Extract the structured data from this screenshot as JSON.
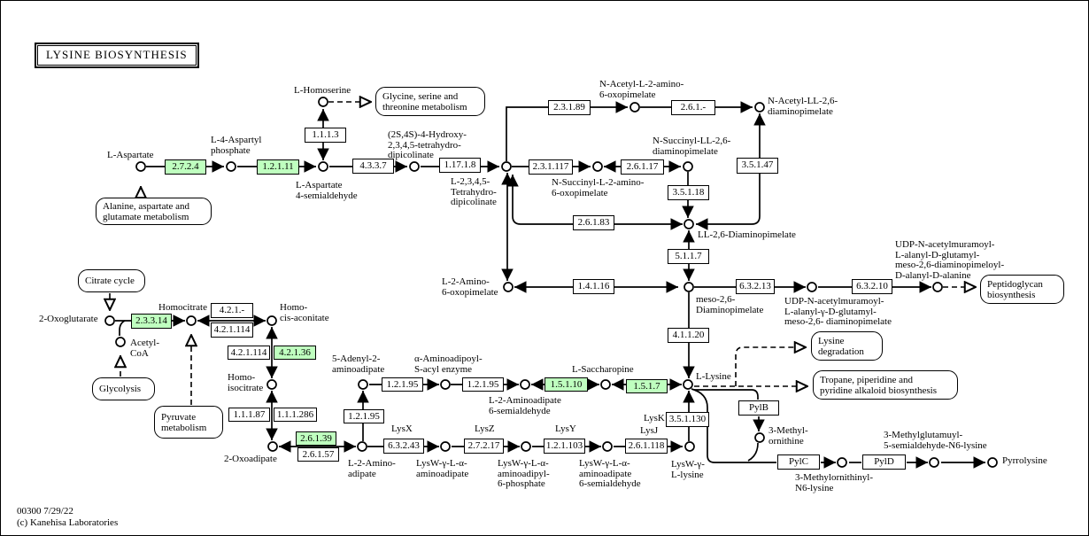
{
  "meta": {
    "map_title": "LYSINE  BIOSYNTHESIS",
    "map_number_date": "00300 7/29/22",
    "copyright": "(c) Kanehisa Laboratories"
  },
  "colors": {
    "highlight_green": "#bfffbf",
    "box_white": "#ffffff",
    "line_black": "#000000"
  },
  "enzymes": {
    "e2724": "2.7.2.4",
    "e12111": "1.2.1.11",
    "e1113": "1.1.1.3",
    "e4337": "4.3.3.7",
    "e11718": "1.17.1.8",
    "e23189": "2.3.1.89",
    "e261x": "2.6.1.-",
    "e231117": "2.3.1.117",
    "e26117": "2.6.1.17",
    "e35147": "3.5.1.47",
    "e35118": "3.5.1.18",
    "e26183": "2.6.1.83",
    "e5117": "5.1.1.7",
    "e14116": "1.4.1.16",
    "e63213": "6.3.2.13",
    "e63210": "6.3.2.10",
    "e41120": "4.1.1.20",
    "e23314": "2.3.3.14",
    "e421x": "4.2.1.-",
    "e421114": "4.2.1.114",
    "e42136": "4.2.1.36",
    "e11187": "1.1.1.87",
    "e111286": "1.1.1.286",
    "e26139": "2.6.1.39",
    "e26157": "2.6.1.57",
    "e12195": "1.2.1.95",
    "e15110": "1.5.1.10",
    "e1517": "1.5.1.7",
    "e63243": "6.3.2.43",
    "e27217": "2.7.2.17",
    "e121103": "1.2.1.103",
    "e261118": "2.6.1.118",
    "e351130": "3.5.1.130"
  },
  "genes": {
    "pylB": "PylB",
    "pylC": "PylC",
    "pylD": "PylD",
    "lysX": "LysX",
    "lysZ": "LysZ",
    "lysY": "LysY",
    "lysJ": "LysJ",
    "lysK": "LysK"
  },
  "compounds": {
    "l_aspartate": "L-Aspartate",
    "l4_aspartyl_phosphate": "L-4-Aspartyl\nphosphate",
    "l_aspartate_4_semialdehyde": "L-Aspartate\n4-semialdehyde",
    "l_homoserine": "L-Homoserine",
    "hydroxy_thdp": "(2S,4S)-4-Hydroxy-\n2,3,4,5-tetrahydro-\ndipicolinate",
    "l_thdp": "L-2,3,4,5-\nTetrahydro-\ndipicolinate",
    "n_acetyl_l2_amino_6_oxopimelate": "N-Acetyl-L-2-amino-\n6-oxopimelate",
    "n_acetyl_ll_26_diaminopimelate": "N-Acetyl-LL-2,6-\ndiaminopimelate",
    "n_succinyl_ll_26_diaminopimelate": "N-Succinyl-LL-2,6-\ndiaminopimelate",
    "n_succinyl_l2_amino_6_oxopimelate": "N-Succinyl-L-2-amino-\n6-oxopimelate",
    "ll_26_diaminopimelate": "LL-2,6-Diaminopimelate",
    "meso_26_diaminopimelate": "meso-2,6-\nDiaminopimelate",
    "l2_amino_6_oxopimelate": "L-2-Amino-\n6-oxopimelate",
    "udp_mur_pentapeptide": "UDP-N-acetylmuramoyl-\nL-alanyl-D-glutamyl-\nmeso-2,6-diaminopimeloyl-\nD-alanyl-D-alanine",
    "udp_mur_tripeptide": "UDP-N-acetylmuramoyl-\nL-alanyl-γ-D-glutamyl-\nmeso-2,6- diaminopimelate",
    "oxoglutarate": "2-Oxoglutarate",
    "homocitrate": "Homocitrate",
    "homo_cis_aconitate": "Homo-\ncis-aconitate",
    "acetyl_coa": "Acetyl-\nCoA",
    "homo_isocitrate": "Homo-\nisocitrate",
    "oxoadipate": "2-Oxoadipate",
    "l2_aminoadipate": "L-2-Amino-\nadipate",
    "adenyl_aminoadipate": "5-Adenyl-2-\naminoadipate",
    "aminoadipoyl_s_acyl": "α-Aminoadipoyl-\nS-acyl enzyme",
    "l2_aminoadipate_6_semialdehyde": "L-2-Aminoadipate\n6-semialdehyde",
    "l_saccharopine": "L-Saccharopine",
    "l_lysine": "L-Lysine",
    "lysw_aminoadipate": "LysW-γ-L-α-\naminoadipate",
    "lysw_aminoadipyl_6p": "LysW-γ-L-α-\naminoadipyl-\n6-phosphate",
    "lysw_aminoadipate_6s": "LysW-γ-L-α-\naminoadipate\n6-semialdehyde",
    "lysw_l_lysine": "LysW-γ-\nL-lysine",
    "methyl_ornithine": "3-Methyl-\nornithine",
    "methylornithinyl_n6_lysine": "3-Methylornithinyl-\nN6-lysine",
    "methylglutamuyl_semialdehyde": "3-Methylglutamuyl-\n5-semialdehyde-N6-lysine",
    "pyrrolysine": "Pyrrolysine"
  },
  "pathways": {
    "alanine_aspartate": "Alanine, aspartate and\nglutamate metabolism",
    "glycine_serine": "Glycine, serine and\nthreonine metabolism",
    "citrate_cycle": "Citrate cycle",
    "glycolysis": "Glycolysis",
    "pyruvate_metabolism": "Pyruvate\nmetabolism",
    "peptidoglycan": "Peptidoglycan\nbiosynthesis",
    "lysine_degradation": "Lysine\ndegradation",
    "tropane": "Tropane, piperidine and\npyridine alkaloid biosynthesis"
  }
}
